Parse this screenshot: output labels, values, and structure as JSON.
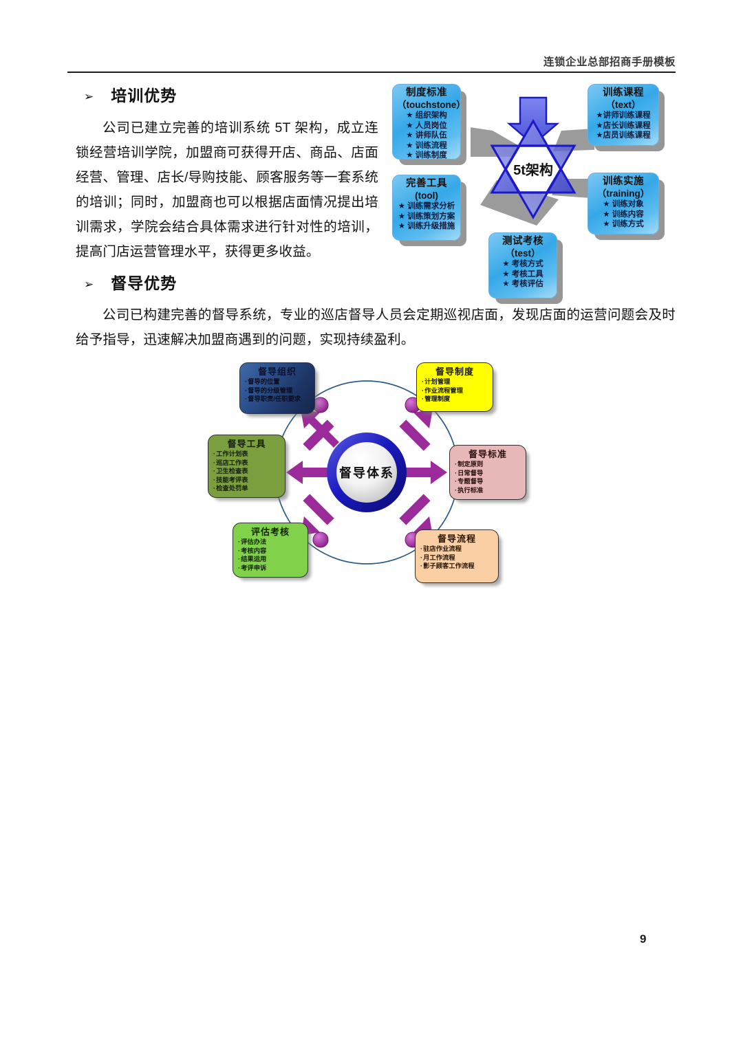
{
  "page": {
    "header_title": "连锁企业总部招商手册模板",
    "page_number": "9"
  },
  "sections": [
    {
      "bullet": "➢",
      "heading": "培训优势",
      "paragraph": "公司已建立完善的培训系统 5T 架构，成立连锁经营培训学院，加盟商可获得开店、商品、店面经营、管理、店长/导购技能、顾客服务等一套系统的培训；同时，加盟商也可以根据店面情况提出培训需求，学院会结合具体需求进行针对性的培训，提高门店运营管理水平，获得更多收益。"
    },
    {
      "bullet": "➢",
      "heading": "督导优势",
      "paragraph": "公司已构建完善的督导系统，专业的巡店督导人员会定期巡视店面，发现店面的运营问题会及时给予指导，迅速解决加盟商遇到的问题，实现持续盈利。"
    }
  ],
  "fivet_diagram": {
    "center_label": "5t架构",
    "boxes": [
      {
        "id": "touchstone",
        "title": "制度标准",
        "subtitle": "（touchstone）",
        "items": [
          "★ 组织架构",
          "★ 人员岗位",
          "★ 讲师队伍",
          "★ 训练流程",
          "★ 训练制度"
        ]
      },
      {
        "id": "tool",
        "title": "完善工具",
        "subtitle": "(tool)",
        "items": [
          "★ 训练需求分析",
          "★ 训练策划方案",
          "★ 训练升级措施"
        ]
      },
      {
        "id": "test",
        "title": "测试考核",
        "subtitle": "（test）",
        "items": [
          "★ 考核方式",
          "★ 考核工具",
          "★ 考核评估"
        ]
      },
      {
        "id": "text",
        "title": "训练课程",
        "subtitle": "（text）",
        "items": [
          "★讲师训练课程",
          "★店长训练课程",
          "★店员训练课程"
        ]
      },
      {
        "id": "training",
        "title": "训练实施",
        "subtitle": "（training）",
        "items": [
          "★ 训练对象",
          "★ 训练内容",
          "★ 训练方式"
        ]
      }
    ]
  },
  "supervision_diagram": {
    "center_label": "督导体系",
    "colors": {
      "org": "#2d5390",
      "system": "#ffff00",
      "tools": "#7b9e3f",
      "standard": "#e8b8b8",
      "assess": "#82d14a",
      "process": "#fbcfa4",
      "arrow": "#9b2a9b",
      "ring": "#1a1ac0"
    },
    "boxes": [
      {
        "id": "org",
        "title": "督导组织",
        "items": [
          "督导的位置",
          "督导的分级管理",
          "督导职责/任职要求"
        ]
      },
      {
        "id": "system",
        "title": "督导制度",
        "items": [
          "计划管理",
          "作业流程管理",
          "管理制度"
        ]
      },
      {
        "id": "tools",
        "title": "督导工具",
        "items": [
          "工作计划表",
          "巡店工作表",
          "卫生检查表",
          "技能考评表",
          "检查处罚单"
        ]
      },
      {
        "id": "standard",
        "title": "督导标准",
        "items": [
          "制定原则",
          "日常督导",
          "专题督导",
          "执行标准"
        ]
      },
      {
        "id": "assess",
        "title": "评估考核",
        "items": [
          "评估办法",
          "考核内容",
          "结果运用",
          "考评申诉"
        ]
      },
      {
        "id": "process",
        "title": "督导流程",
        "items": [
          "驻店作业流程",
          "月工作流程",
          "影子顾客工作流程"
        ]
      }
    ]
  }
}
